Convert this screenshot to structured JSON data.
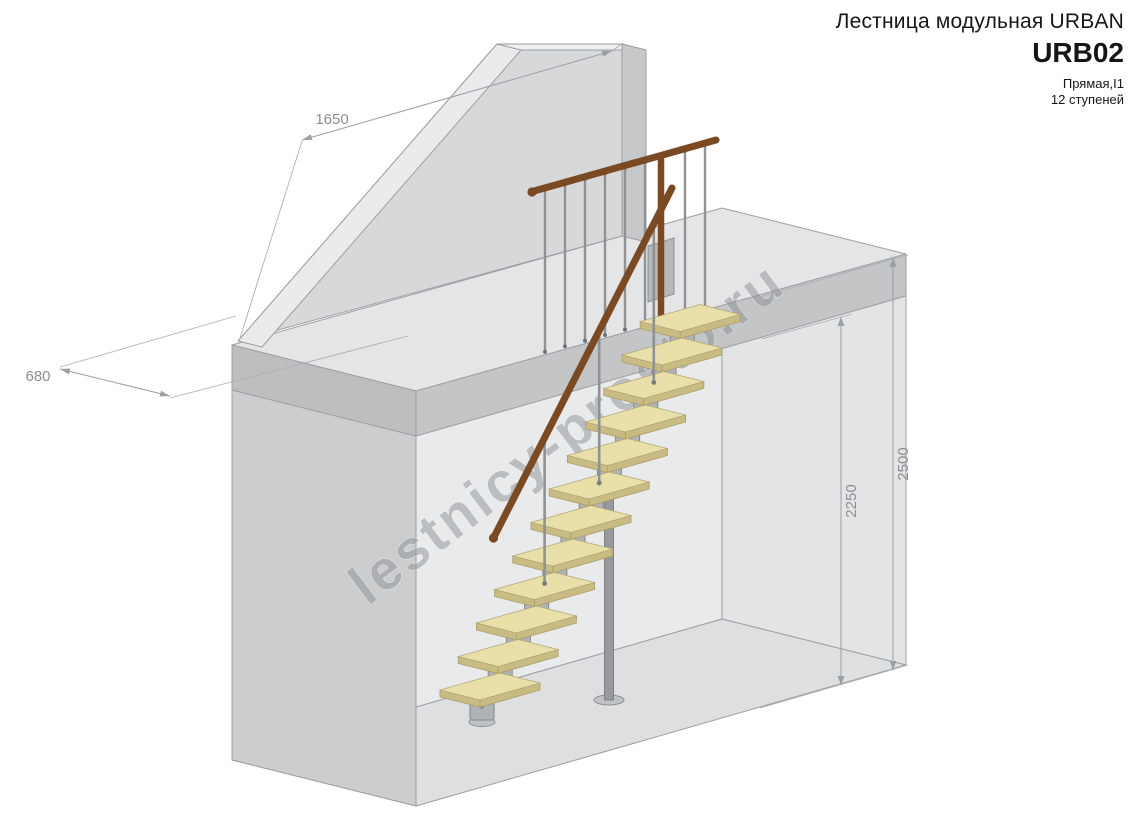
{
  "header": {
    "title": "Лестница модульная URBAN",
    "model": "URB02",
    "type": "Прямая,I1",
    "steps": "12 ступеней"
  },
  "watermark": "lestnicy-prosto.ru",
  "dimensions": {
    "d1650": "1650",
    "d680": "680",
    "d2250": "2250",
    "d2500": "2500"
  },
  "drawing": {
    "steps_count": 12,
    "colors": {
      "tread_top": "#e9dfa8",
      "tread_side": "#c9bc82",
      "tread_edge": "#a89c68",
      "metal": "#b0b3b6",
      "metal_dark": "#83878a",
      "column": "#97999c",
      "wood_rail": "#7b4a22",
      "baluster": "#8f9295",
      "wall_light": "#e4e5e7",
      "wall_mid": "#cbcdcf",
      "dim_line": "#9aa0a4",
      "dim_text": "#8a8e92"
    }
  }
}
